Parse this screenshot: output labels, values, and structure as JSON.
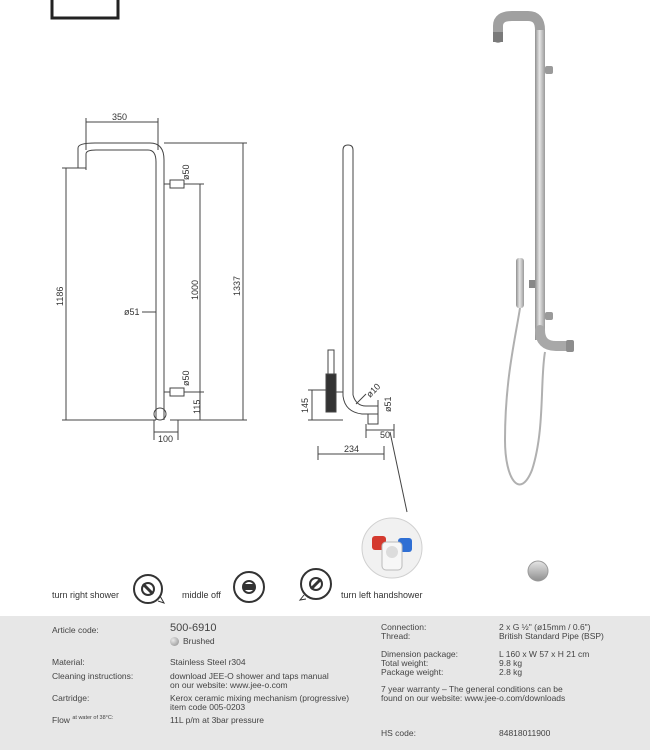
{
  "dimensions": {
    "d350": "350",
    "d50a": "ø50",
    "d1186": "1186",
    "d1000": "1000",
    "d1337": "1337",
    "d51a": "ø51",
    "d50b": "ø50",
    "d115": "115",
    "d100": "100",
    "d145": "145",
    "d10": "ø10",
    "d51b": "ø51",
    "d50c": "50",
    "d234": "234"
  },
  "legend": {
    "turn_right": "turn right shower",
    "middle_off": "middle off",
    "turn_left": "turn left handshower"
  },
  "specs": {
    "article_label": "Article code:",
    "article_value": "500-6910",
    "finish_value": "Brushed",
    "material_label": "Material:",
    "material_value": "Stainless Steel r304",
    "cleaning_label": "Cleaning instructions:",
    "cleaning_line1": "download JEE-O shower and taps manual",
    "cleaning_line2": "on our website: www.jee-o.com",
    "cartridge_label": "Cartridge:",
    "cartridge_line1": "Kerox ceramic mixing mechanism (progressive)",
    "cartridge_line2": "item code 005-0203",
    "flow_label": "Flow",
    "flow_sup": "at water of 38°C:",
    "flow_value": "11L p/m at 3bar pressure",
    "connection_label": "Connection:",
    "connection_value": "2 x G ½\" (ø15mm / 0.6\")",
    "thread_label": "Thread:",
    "thread_value": "British Standard Pipe (BSP)",
    "dimension_label": "Dimension package:",
    "dimension_value": "L 160 x W 57 x H 21 cm",
    "total_weight_label": "Total weight:",
    "total_weight_value": "9.8 kg",
    "package_weight_label": "Package weight:",
    "package_weight_value": "2.8 kg",
    "warranty_line1": "7 year warranty – The general conditions can be",
    "warranty_line2": "found on our website: www.jee-o.com/downloads",
    "hs_label": "HS code:",
    "hs_value": "84818011900"
  }
}
